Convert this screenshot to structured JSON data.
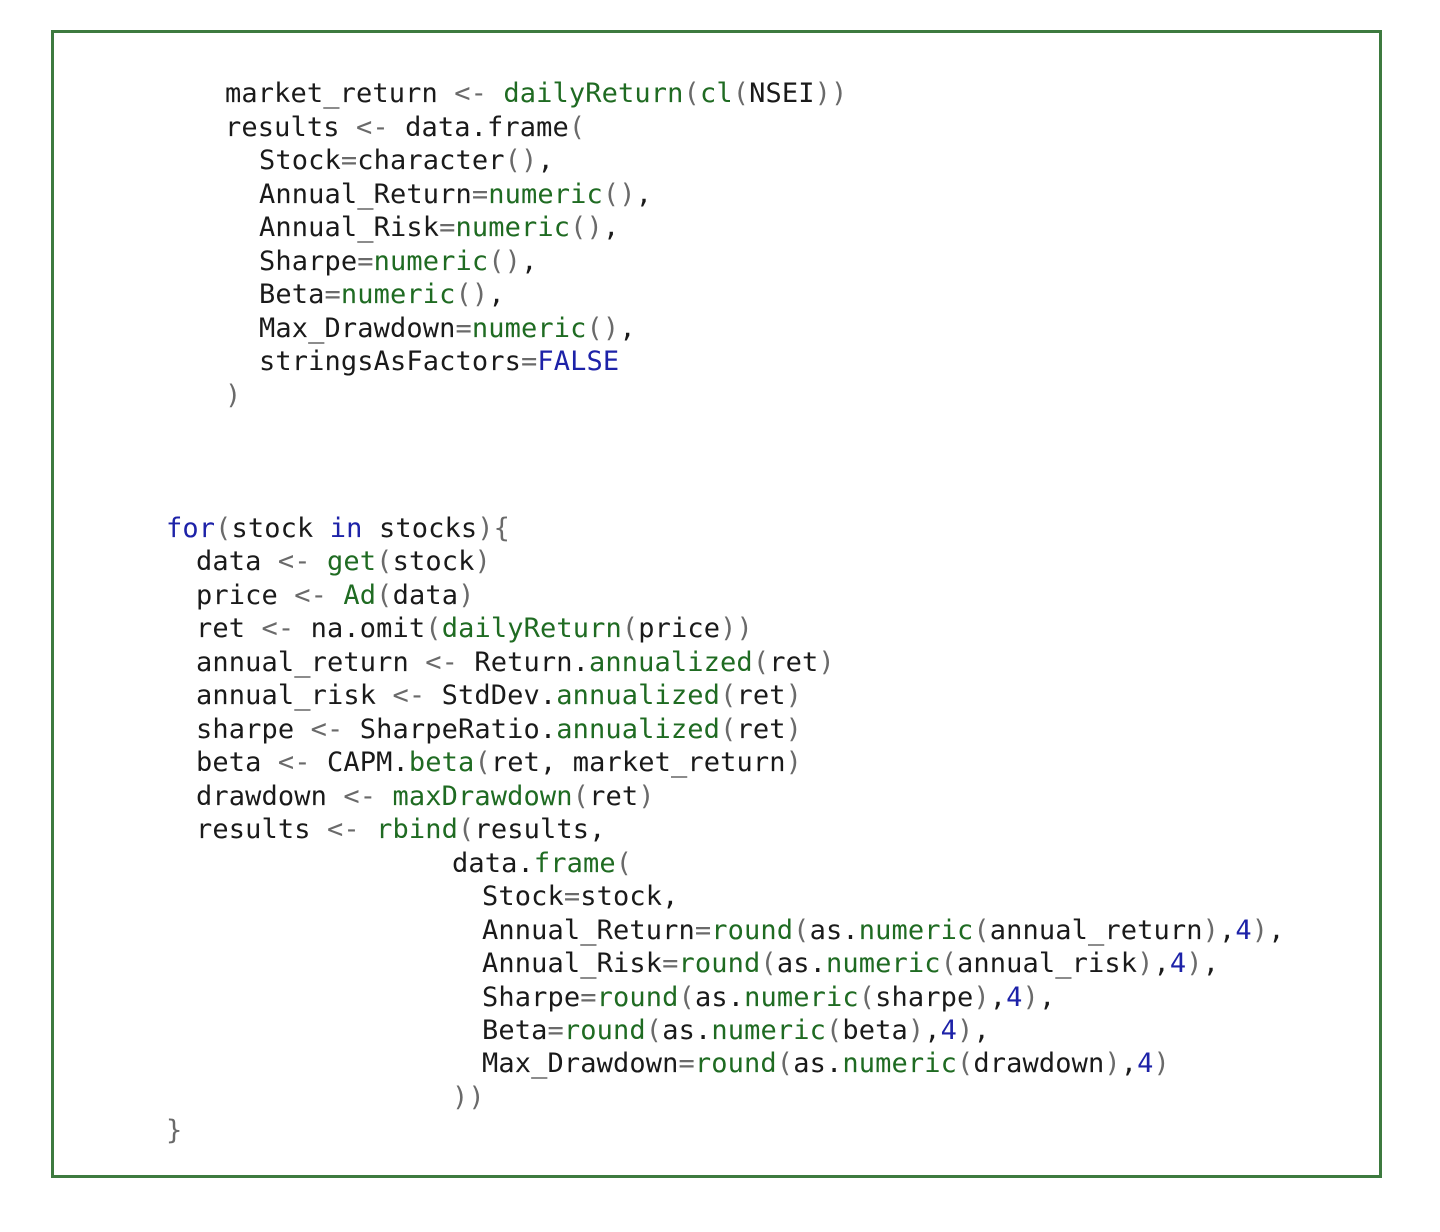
{
  "colors": {
    "border": "#3d7a3f",
    "function": "#1f6b22",
    "keyword": "#1d22a8",
    "number": "#1d22a8",
    "operator": "#6a6a6a",
    "identifier": "#1a1a1a"
  },
  "code_lines": [
    [
      [
        "id",
        "market_return "
      ],
      [
        "op",
        "<- "
      ],
      [
        "fn",
        "dailyReturn"
      ],
      [
        "op",
        "("
      ],
      [
        "fn",
        "cl"
      ],
      [
        "op",
        "("
      ],
      [
        "id",
        "NSEI"
      ],
      [
        "op",
        "))"
      ]
    ],
    [
      [
        "id",
        "results "
      ],
      [
        "op",
        "<- "
      ],
      [
        "id",
        "data.frame"
      ],
      [
        "op",
        "("
      ]
    ],
    [
      [
        "id",
        "Stock"
      ],
      [
        "op",
        "="
      ],
      [
        "id",
        "character"
      ],
      [
        "op",
        "()"
      ],
      [
        "id",
        ","
      ]
    ],
    [
      [
        "id",
        "Annual_Return"
      ],
      [
        "op",
        "="
      ],
      [
        "fn",
        "numeric"
      ],
      [
        "op",
        "()"
      ],
      [
        "id",
        ","
      ]
    ],
    [
      [
        "id",
        "Annual_Risk"
      ],
      [
        "op",
        "="
      ],
      [
        "fn",
        "numeric"
      ],
      [
        "op",
        "()"
      ],
      [
        "id",
        ","
      ]
    ],
    [
      [
        "id",
        "Sharpe"
      ],
      [
        "op",
        "="
      ],
      [
        "fn",
        "numeric"
      ],
      [
        "op",
        "()"
      ],
      [
        "id",
        ","
      ]
    ],
    [
      [
        "id",
        "Beta"
      ],
      [
        "op",
        "="
      ],
      [
        "fn",
        "numeric"
      ],
      [
        "op",
        "()"
      ],
      [
        "id",
        ","
      ]
    ],
    [
      [
        "id",
        "Max_Drawdown"
      ],
      [
        "op",
        "="
      ],
      [
        "fn",
        "numeric"
      ],
      [
        "op",
        "()"
      ],
      [
        "id",
        ","
      ]
    ],
    [
      [
        "id",
        "stringsAsFactors"
      ],
      [
        "op",
        "="
      ],
      [
        "kw",
        "FALSE"
      ]
    ],
    [
      [
        "op",
        ")"
      ]
    ],
    [
      [
        "kw",
        "for"
      ],
      [
        "op",
        "("
      ],
      [
        "id",
        "stock "
      ],
      [
        "kw",
        "in"
      ],
      [
        "id",
        " stocks"
      ],
      [
        "op",
        "){"
      ]
    ],
    [
      [
        "id",
        "data "
      ],
      [
        "op",
        "<- "
      ],
      [
        "fn",
        "get"
      ],
      [
        "op",
        "("
      ],
      [
        "id",
        "stock"
      ],
      [
        "op",
        ")"
      ]
    ],
    [
      [
        "id",
        "price "
      ],
      [
        "op",
        "<- "
      ],
      [
        "fn",
        "Ad"
      ],
      [
        "op",
        "("
      ],
      [
        "id",
        "data"
      ],
      [
        "op",
        ")"
      ]
    ],
    [
      [
        "id",
        "ret "
      ],
      [
        "op",
        "<- "
      ],
      [
        "id",
        "na.omit"
      ],
      [
        "op",
        "("
      ],
      [
        "fn",
        "dailyReturn"
      ],
      [
        "op",
        "("
      ],
      [
        "id",
        "price"
      ],
      [
        "op",
        "))"
      ]
    ],
    [
      [
        "id",
        "annual_return "
      ],
      [
        "op",
        "<- "
      ],
      [
        "id",
        "Return."
      ],
      [
        "fn",
        "annualized"
      ],
      [
        "op",
        "("
      ],
      [
        "id",
        "ret"
      ],
      [
        "op",
        ")"
      ]
    ],
    [
      [
        "id",
        "annual_risk "
      ],
      [
        "op",
        "<- "
      ],
      [
        "id",
        "StdDev."
      ],
      [
        "fn",
        "annualized"
      ],
      [
        "op",
        "("
      ],
      [
        "id",
        "ret"
      ],
      [
        "op",
        ")"
      ]
    ],
    [
      [
        "id",
        "sharpe "
      ],
      [
        "op",
        "<- "
      ],
      [
        "id",
        "SharpeRatio."
      ],
      [
        "fn",
        "annualized"
      ],
      [
        "op",
        "("
      ],
      [
        "id",
        "ret"
      ],
      [
        "op",
        ")"
      ]
    ],
    [
      [
        "id",
        "beta "
      ],
      [
        "op",
        "<- "
      ],
      [
        "id",
        "CAPM."
      ],
      [
        "fn",
        "beta"
      ],
      [
        "op",
        "("
      ],
      [
        "id",
        "ret, market_return"
      ],
      [
        "op",
        ")"
      ]
    ],
    [
      [
        "id",
        "drawdown "
      ],
      [
        "op",
        "<- "
      ],
      [
        "fn",
        "maxDrawdown"
      ],
      [
        "op",
        "("
      ],
      [
        "id",
        "ret"
      ],
      [
        "op",
        ")"
      ]
    ],
    [
      [
        "id",
        "results "
      ],
      [
        "op",
        "<- "
      ],
      [
        "fn",
        "rbind"
      ],
      [
        "op",
        "("
      ],
      [
        "id",
        "results,"
      ]
    ],
    [
      [
        "id",
        "data."
      ],
      [
        "fn",
        "frame"
      ],
      [
        "op",
        "("
      ]
    ],
    [
      [
        "id",
        "Stock"
      ],
      [
        "op",
        "="
      ],
      [
        "id",
        "stock,"
      ]
    ],
    [
      [
        "id",
        "Annual_Return"
      ],
      [
        "op",
        "="
      ],
      [
        "fn",
        "round"
      ],
      [
        "op",
        "("
      ],
      [
        "id",
        "as."
      ],
      [
        "fn",
        "numeric"
      ],
      [
        "op",
        "("
      ],
      [
        "id",
        "annual_return"
      ],
      [
        "op",
        ")"
      ],
      [
        "id",
        ","
      ],
      [
        "num",
        "4"
      ],
      [
        "op",
        ")"
      ],
      [
        "id",
        ","
      ]
    ],
    [
      [
        "id",
        "Annual_Risk"
      ],
      [
        "op",
        "="
      ],
      [
        "fn",
        "round"
      ],
      [
        "op",
        "("
      ],
      [
        "id",
        "as."
      ],
      [
        "fn",
        "numeric"
      ],
      [
        "op",
        "("
      ],
      [
        "id",
        "annual_risk"
      ],
      [
        "op",
        ")"
      ],
      [
        "id",
        ","
      ],
      [
        "num",
        "4"
      ],
      [
        "op",
        ")"
      ],
      [
        "id",
        ","
      ]
    ],
    [
      [
        "id",
        "Sharpe"
      ],
      [
        "op",
        "="
      ],
      [
        "fn",
        "round"
      ],
      [
        "op",
        "("
      ],
      [
        "id",
        "as."
      ],
      [
        "fn",
        "numeric"
      ],
      [
        "op",
        "("
      ],
      [
        "id",
        "sharpe"
      ],
      [
        "op",
        ")"
      ],
      [
        "id",
        ","
      ],
      [
        "num",
        "4"
      ],
      [
        "op",
        ")"
      ],
      [
        "id",
        ","
      ]
    ],
    [
      [
        "id",
        "Beta"
      ],
      [
        "op",
        "="
      ],
      [
        "fn",
        "round"
      ],
      [
        "op",
        "("
      ],
      [
        "id",
        "as."
      ],
      [
        "fn",
        "numeric"
      ],
      [
        "op",
        "("
      ],
      [
        "id",
        "beta"
      ],
      [
        "op",
        ")"
      ],
      [
        "id",
        ","
      ],
      [
        "num",
        "4"
      ],
      [
        "op",
        ")"
      ],
      [
        "id",
        ","
      ]
    ],
    [
      [
        "id",
        "Max_Drawdown"
      ],
      [
        "op",
        "="
      ],
      [
        "fn",
        "round"
      ],
      [
        "op",
        "("
      ],
      [
        "id",
        "as."
      ],
      [
        "fn",
        "numeric"
      ],
      [
        "op",
        "("
      ],
      [
        "id",
        "drawdown"
      ],
      [
        "op",
        ")"
      ],
      [
        "id",
        ","
      ],
      [
        "num",
        "4"
      ],
      [
        "op",
        ")"
      ]
    ],
    [
      [
        "op",
        "))"
      ]
    ],
    [
      [
        "op",
        "}"
      ]
    ]
  ]
}
